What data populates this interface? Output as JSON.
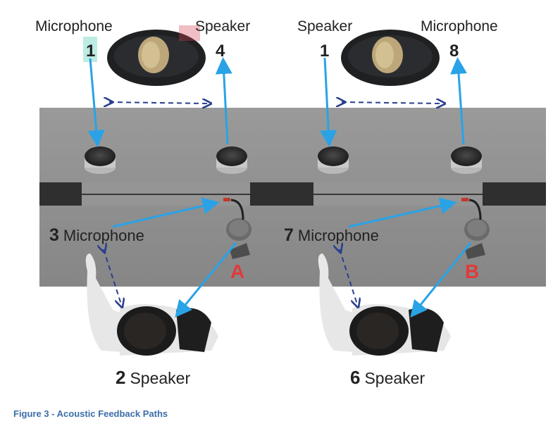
{
  "top_labels": {
    "left_microphone": "Microphone",
    "left_speaker": "Speaker",
    "right_speaker": "Speaker",
    "right_microphone": "Microphone"
  },
  "top_numbers": {
    "n1_left": "1",
    "n4": "4",
    "n1_right": "1",
    "n8": "8"
  },
  "mid_labels": {
    "left": {
      "number": "3",
      "text": "Microphone"
    },
    "right": {
      "number": "7",
      "text": "Microphone"
    }
  },
  "bottom_labels": {
    "left": {
      "number": "2",
      "text": "Speaker"
    },
    "right": {
      "number": "6",
      "text": "Speaker"
    }
  },
  "conference_units": {
    "left": "A",
    "right": "B"
  },
  "caption": "Figure 3 - Acoustic Feedback Paths",
  "colors": {
    "arrow_solid": "#29a3e6",
    "arrow_dashed": "#2a3f8f",
    "table": "#8e8e8e",
    "table_strip": "#3a3a3a",
    "unit_letter": "#e23a3a",
    "caption": "#3b6ea8"
  }
}
